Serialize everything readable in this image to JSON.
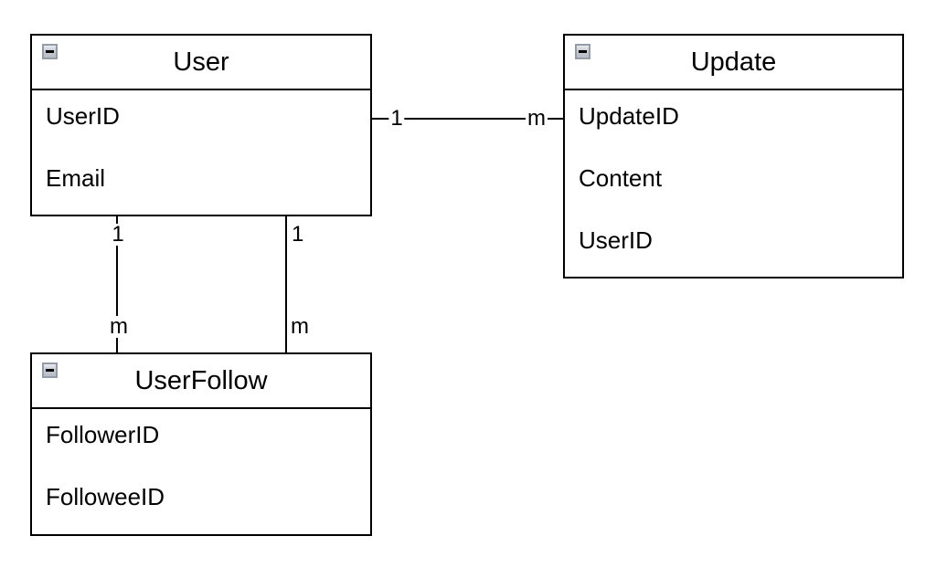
{
  "diagram": {
    "type": "entity-relationship",
    "entities": [
      {
        "name": "User",
        "fields": [
          "UserID",
          "Email"
        ]
      },
      {
        "name": "Update",
        "fields": [
          "UpdateID",
          "Content",
          "UserID"
        ]
      },
      {
        "name": "UserFollow",
        "fields": [
          "FollowerID",
          "FolloweeID"
        ]
      }
    ],
    "relationships": [
      {
        "from": "User",
        "to": "Update",
        "from_cardinality": "1",
        "to_cardinality": "m"
      },
      {
        "from": "User",
        "to": "UserFollow",
        "from_cardinality": "1",
        "to_cardinality": "m"
      },
      {
        "from": "User",
        "to": "UserFollow",
        "from_cardinality": "1",
        "to_cardinality": "m"
      }
    ],
    "icons": {
      "collapse": "minus"
    },
    "colors": {
      "background": "#ffffff",
      "entity_fill": "#ffffff",
      "entity_border": "#000000",
      "line": "#000000",
      "collapse_border": "#949ca8",
      "collapse_fill": "#c6cbd3"
    }
  }
}
